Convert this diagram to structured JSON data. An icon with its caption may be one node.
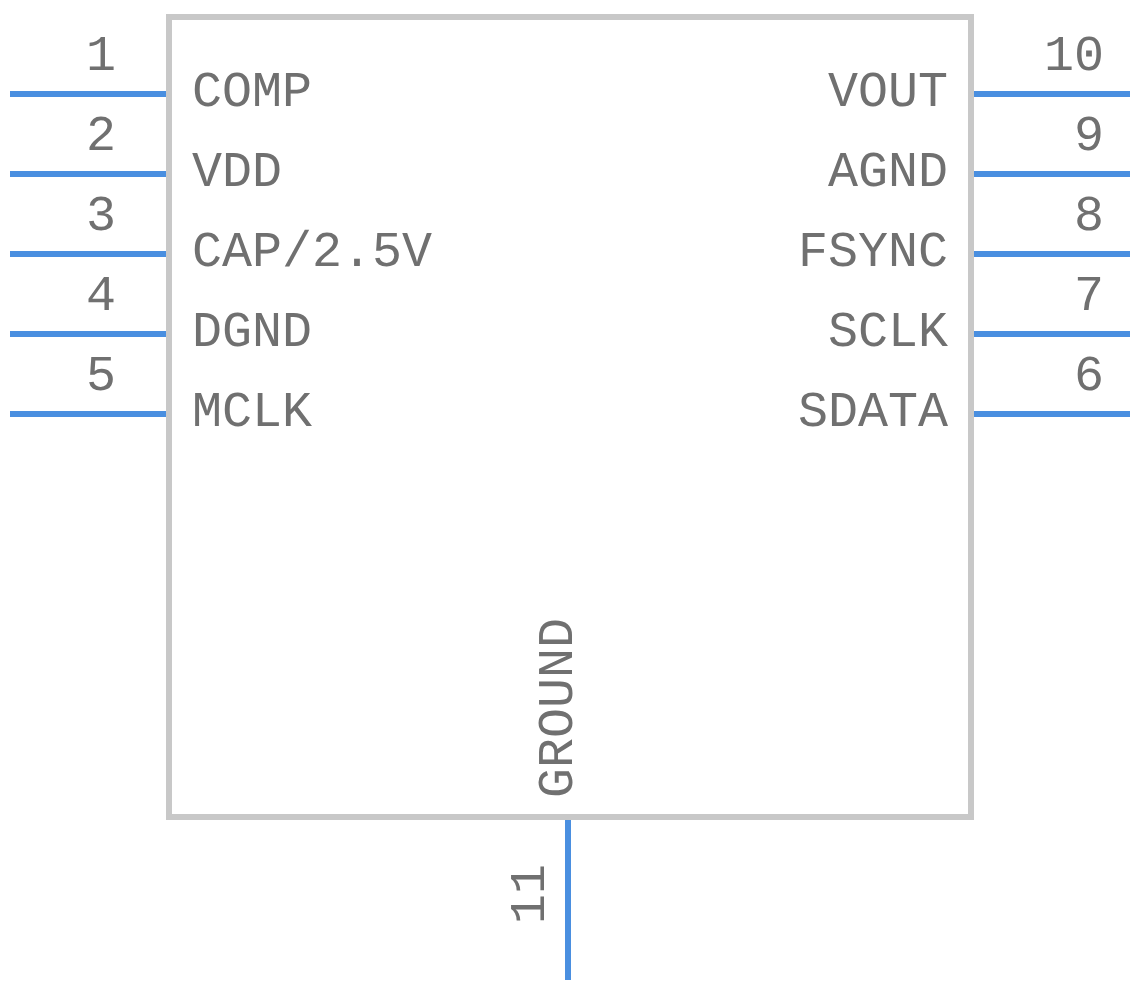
{
  "diagram": {
    "nodes": [
      {
        "text": [
          "COMP",
          "VOUT",
          "VDD",
          "AGND",
          "CAP/2.5V",
          "FSYNC",
          "DGND",
          "SCLK",
          "MCLK",
          "SDATA",
          "GROUND"
        ]
      }
    ],
    "labels": [
      "1",
      "10",
      "2",
      "9",
      "3",
      "8",
      "4",
      "7",
      "5",
      "6",
      "11"
    ]
  }
}
